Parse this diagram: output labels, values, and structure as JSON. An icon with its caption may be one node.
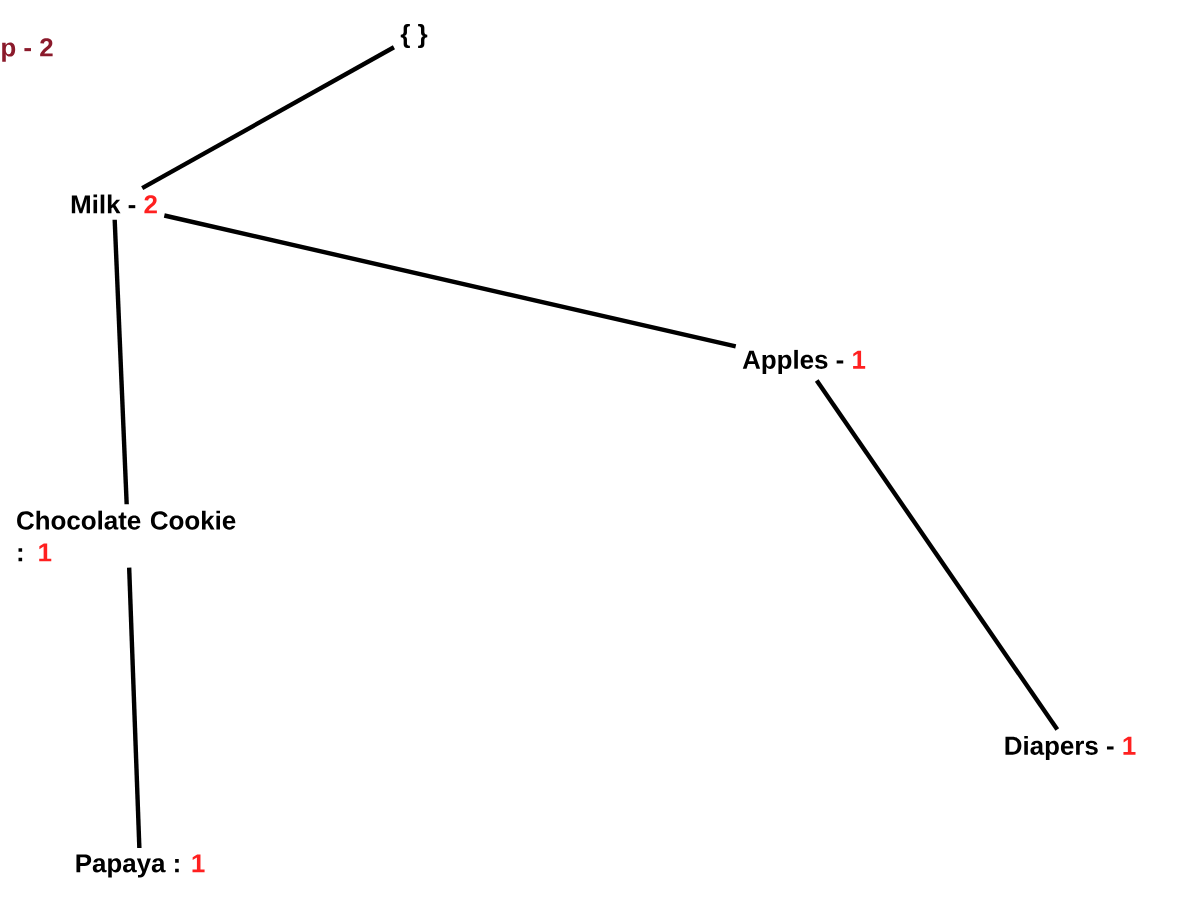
{
  "diagram": {
    "nodes": [
      {
        "text": [
          "{ }"
        ]
      },
      {
        "text": [
          "Milk -",
          "2"
        ]
      },
      {
        "text": [
          "Apples -",
          "1"
        ]
      },
      {
        "text": [
          "Chocolate Cookie :",
          "1"
        ]
      },
      {
        "text": [
          "Diapers -",
          "1"
        ]
      },
      {
        "text": [
          "Papaya :",
          "1"
        ]
      }
    ],
    "edges": [
      {
        "from": 0,
        "to": 1,
        "arrow": "none"
      },
      {
        "from": 1,
        "to": 2,
        "arrow": "none"
      },
      {
        "from": 1,
        "to": 3,
        "arrow": "none"
      },
      {
        "from": 2,
        "to": 4,
        "arrow": "none"
      },
      {
        "from": 3,
        "to": 5,
        "arrow": "none"
      }
    ],
    "labels": [
      "p - 2"
    ]
  }
}
